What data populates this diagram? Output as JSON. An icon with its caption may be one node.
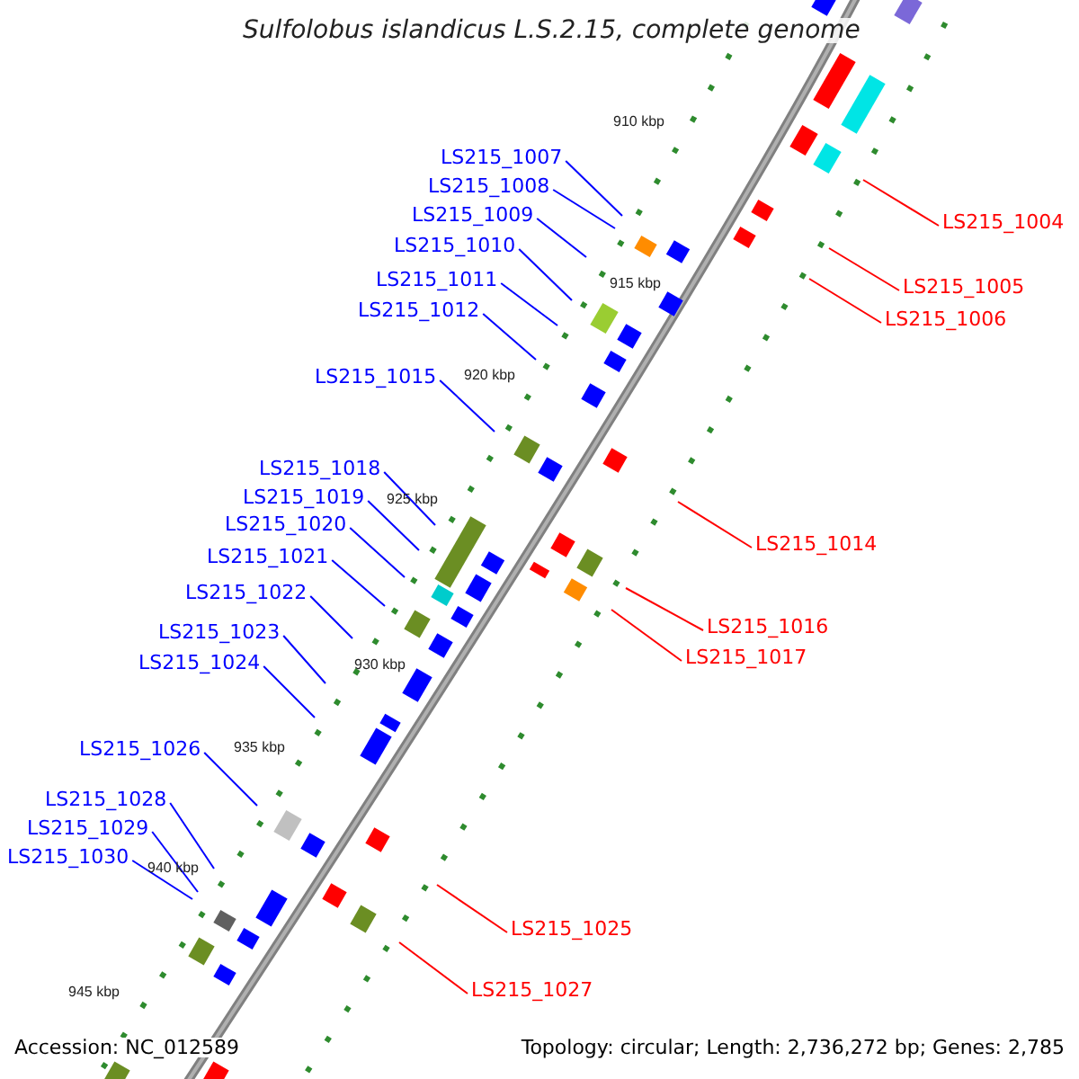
{
  "diagram": {
    "title": "Sulfolobus islandicus L.S.2.15, complete genome",
    "nodes": [
      {
        "text": [
          "LS215_1007"
        ]
      },
      {
        "text": [
          "LS215_1008"
        ]
      },
      {
        "text": [
          "LS215_1009"
        ]
      },
      {
        "text": [
          "LS215_1004"
        ]
      },
      {
        "text": [
          "LS215_1010"
        ]
      },
      {
        "text": [
          "LS215_1011"
        ]
      },
      {
        "text": [
          "LS215_1005"
        ]
      },
      {
        "text": [
          "LS215_1012"
        ]
      },
      {
        "text": [
          "LS215_1006"
        ]
      },
      {
        "text": [
          "LS215_1015"
        ]
      },
      {
        "text": [
          "LS215_1018"
        ]
      },
      {
        "text": [
          "LS215_1019"
        ]
      },
      {
        "text": [
          "LS215_1020"
        ]
      },
      {
        "text": [
          "LS215_1014"
        ]
      },
      {
        "text": [
          "LS215_1021"
        ]
      },
      {
        "text": [
          "LS215_1022"
        ]
      },
      {
        "text": [
          "LS215_1016"
        ]
      },
      {
        "text": [
          "LS215_1023"
        ]
      },
      {
        "text": [
          "LS215_1017"
        ]
      },
      {
        "text": [
          "LS215_1024"
        ]
      },
      {
        "text": [
          "LS215_1026"
        ]
      },
      {
        "text": [
          "LS215_1028"
        ]
      },
      {
        "text": [
          "LS215_1029"
        ]
      },
      {
        "text": [
          "LS215_1030"
        ]
      },
      {
        "text": [
          "LS215_1025"
        ]
      },
      {
        "text": [
          "LS215_1027"
        ]
      }
    ],
    "edges": [
      {
        "from": 0,
        "to": null,
        "arrow": "none"
      },
      {
        "from": 1,
        "to": null,
        "arrow": "none"
      },
      {
        "from": 2,
        "to": null,
        "arrow": "none"
      },
      {
        "from": 3,
        "to": null,
        "arrow": "none",
        "color": "#ff0000"
      },
      {
        "from": 4,
        "to": null,
        "arrow": "none"
      },
      {
        "from": 5,
        "to": null,
        "arrow": "none"
      },
      {
        "from": 6,
        "to": null,
        "arrow": "none",
        "color": "#ff0000"
      },
      {
        "from": 7,
        "to": null,
        "arrow": "none"
      },
      {
        "from": 8,
        "to": null,
        "arrow": "none",
        "color": "#ff0000"
      },
      {
        "from": 9,
        "to": null,
        "arrow": "none"
      },
      {
        "from": 10,
        "to": null,
        "arrow": "none"
      },
      {
        "from": 11,
        "to": null,
        "arrow": "none"
      },
      {
        "from": 12,
        "to": null,
        "arrow": "none"
      },
      {
        "from": 13,
        "to": null,
        "arrow": "none",
        "color": "#ff0000"
      },
      {
        "from": 14,
        "to": null,
        "arrow": "none"
      },
      {
        "from": 15,
        "to": null,
        "arrow": "none"
      },
      {
        "from": 16,
        "to": null,
        "arrow": "none",
        "color": "#ff0000"
      },
      {
        "from": 17,
        "to": null,
        "arrow": "none"
      },
      {
        "from": 18,
        "to": null,
        "arrow": "none",
        "color": "#ff0000"
      },
      {
        "from": 19,
        "to": null,
        "arrow": "none"
      },
      {
        "from": 20,
        "to": null,
        "arrow": "none"
      },
      {
        "from": 21,
        "to": null,
        "arrow": "none"
      },
      {
        "from": 22,
        "to": null,
        "arrow": "none"
      },
      {
        "from": 23,
        "to": null,
        "arrow": "none"
      },
      {
        "from": 24,
        "to": null,
        "arrow": "none",
        "color": "#ff0000"
      },
      {
        "from": 25,
        "to": null,
        "arrow": "none",
        "color": "#ff0000"
      }
    ],
    "labels": [
      "910 kbp",
      "915 kbp",
      "920 kbp",
      "925 kbp",
      "930 kbp",
      "935 kbp",
      "940 kbp",
      "945 kbp",
      "Accession: NC_012589",
      "Topology: circular; Length: 2,736,272 bp; Genes: 2,785"
    ]
  }
}
